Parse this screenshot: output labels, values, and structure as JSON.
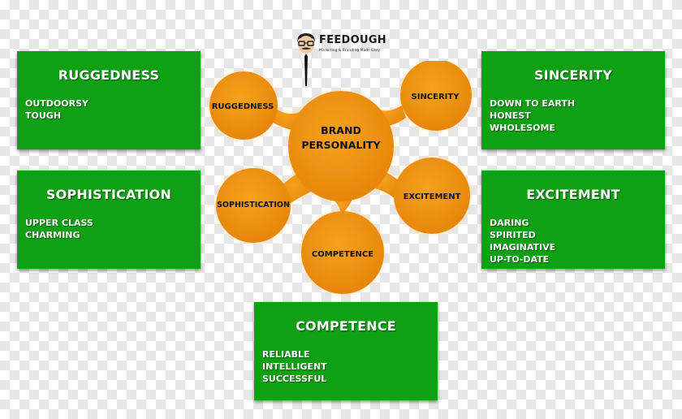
{
  "logo": {
    "name": "FEEDOUGH",
    "tagline": "Marketing & Branding Made Easy"
  },
  "hub": {
    "center_line1": "BRAND",
    "center_line2": "PERSONALITY",
    "nodes": {
      "ruggedness": "RUGGEDNESS",
      "sincerity": "SINCERITY",
      "sophistication": "SOPHISTICATION",
      "excitement": "EXCITEMENT",
      "competence": "COMPETENCE"
    }
  },
  "cards": {
    "ruggedness": {
      "title": "RUGGEDNESS",
      "items": [
        "OUTDOORSY",
        "TOUGH"
      ]
    },
    "sincerity": {
      "title": "SINCERITY",
      "items": [
        "DOWN TO EARTH",
        "HONEST",
        "WHOLESOME"
      ]
    },
    "sophistication": {
      "title": "SOPHISTICATION",
      "items": [
        "UPPER CLASS",
        "CHARMING"
      ]
    },
    "excitement": {
      "title": "EXCITEMENT",
      "items": [
        "DARING",
        "SPIRITED",
        "IMAGINATIVE",
        "UP-TO-DATE"
      ]
    },
    "competence": {
      "title": "COMPETENCE",
      "items": [
        "RELIABLE",
        "INTELLIGENT",
        "SUCCESSFUL"
      ]
    }
  },
  "colors": {
    "card_green": "#0fa014",
    "node_orange": "#ec8f0f"
  }
}
